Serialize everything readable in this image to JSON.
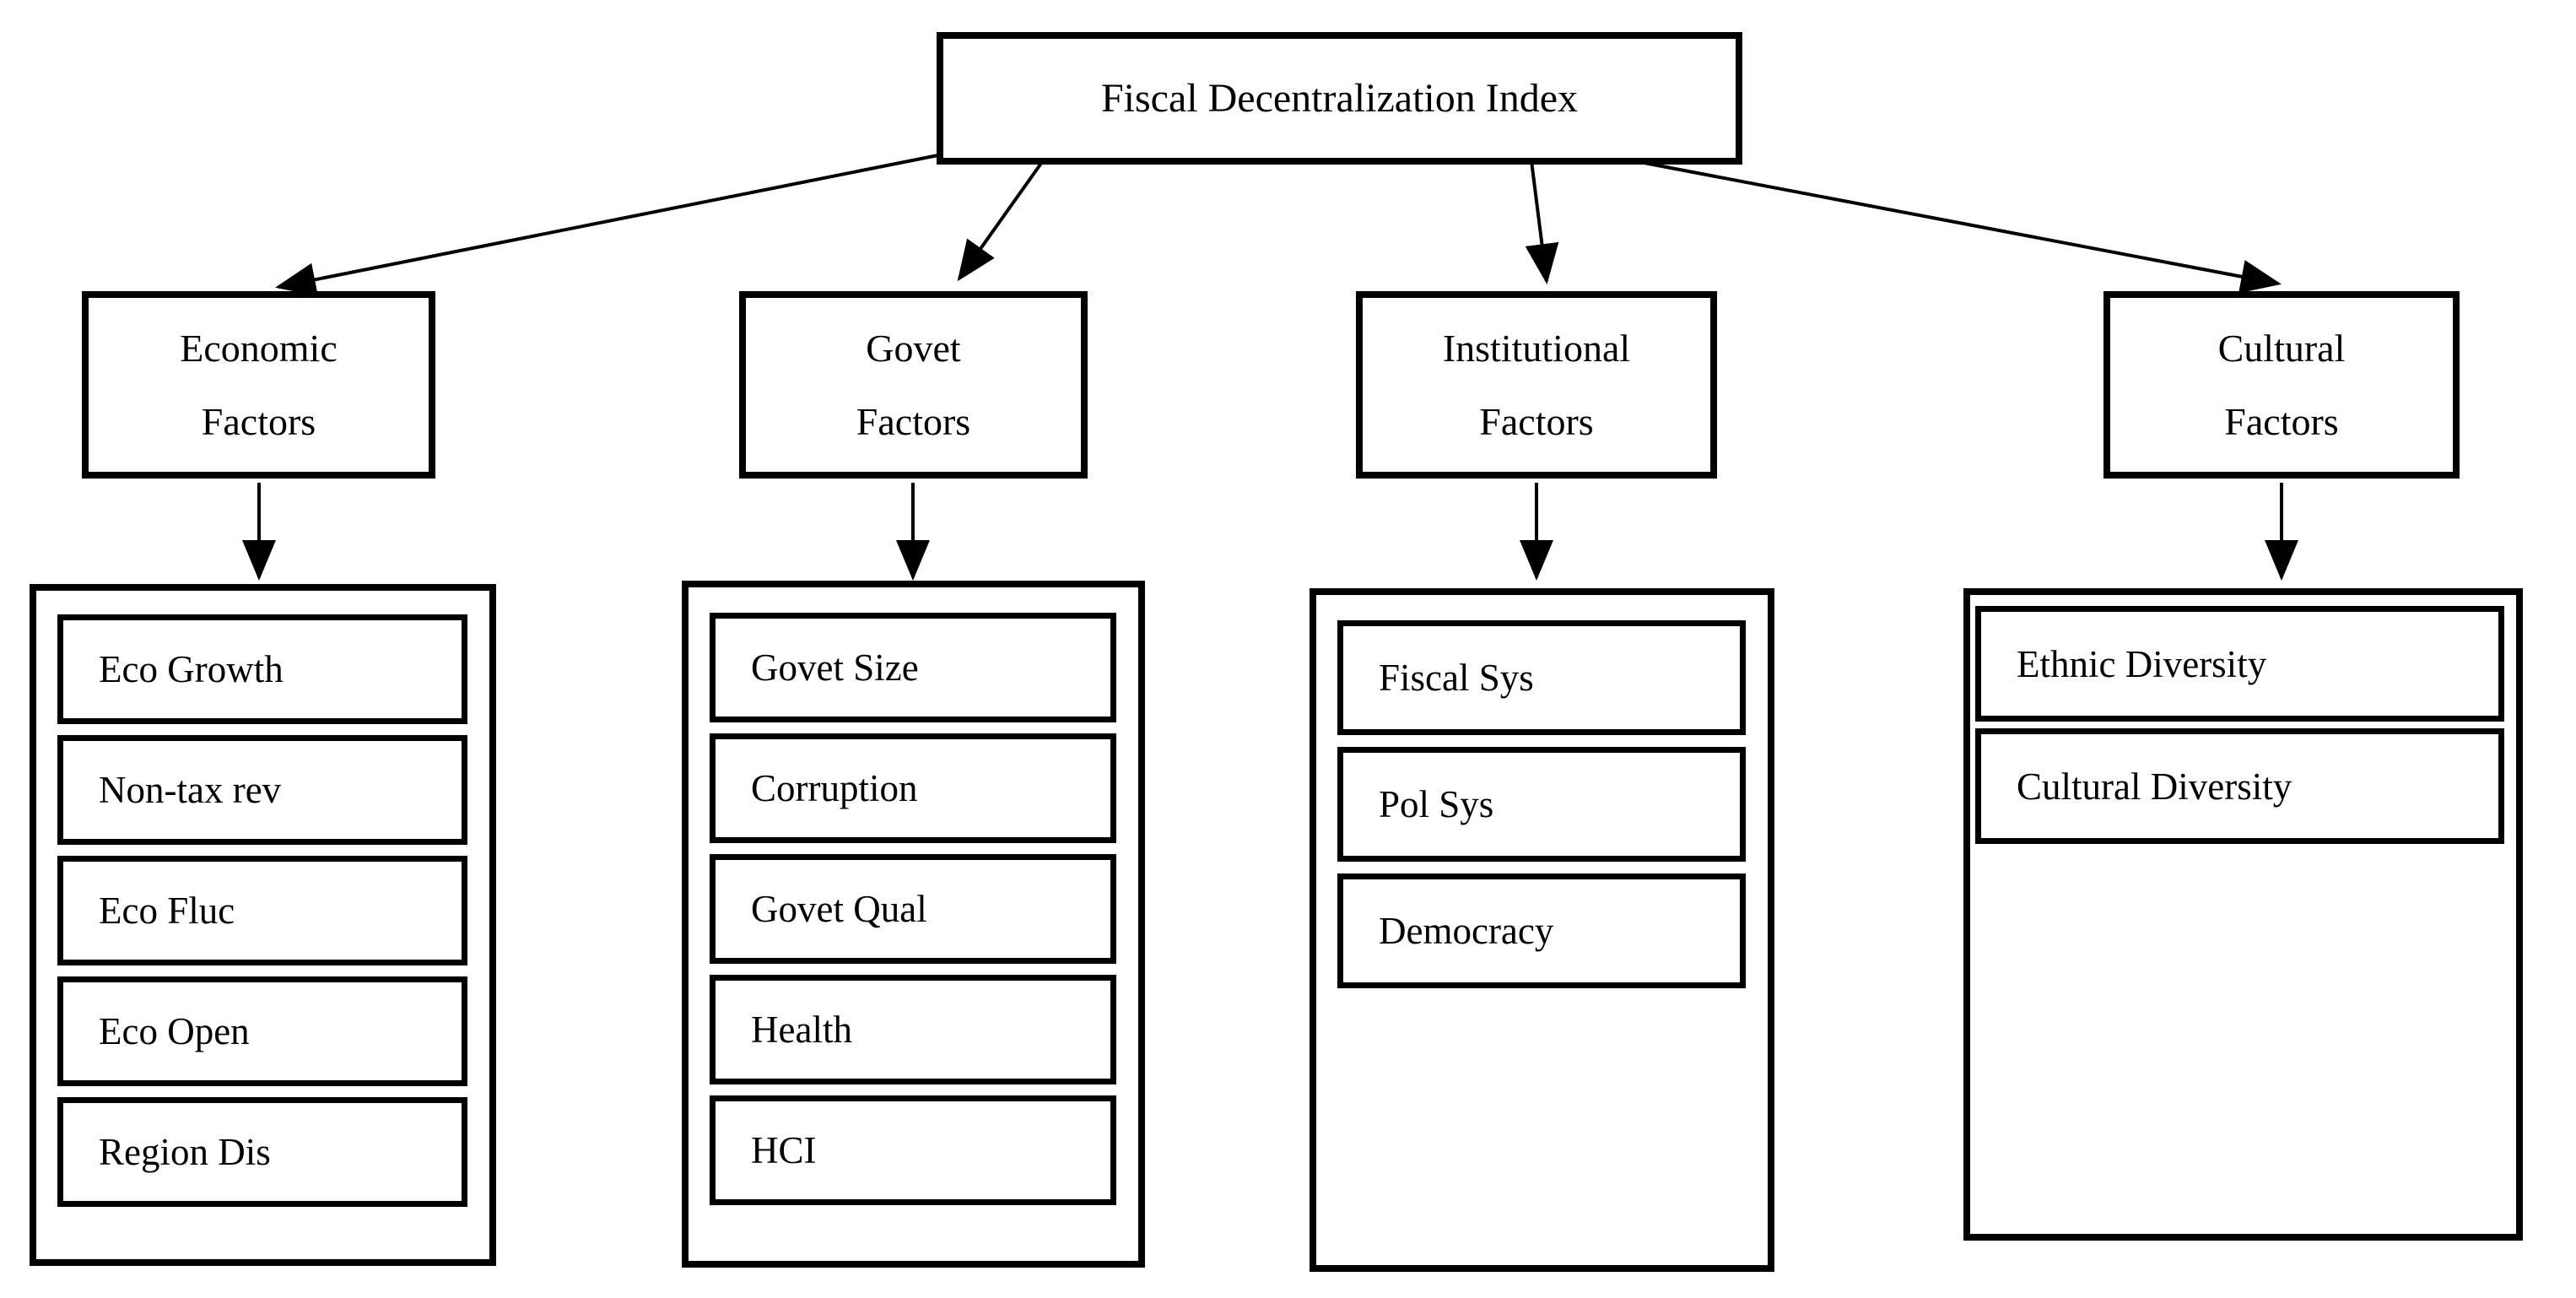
{
  "diagram": {
    "title": "Fiscal Decentralization Index",
    "colors": {
      "line": "#000000",
      "background": "#ffffff",
      "text": "#000000"
    },
    "branches": [
      {
        "id": "economic",
        "label_line1": "Economic",
        "label_line2": "Factors",
        "items": [
          "Eco Growth",
          "Non-tax rev",
          "Eco Fluc",
          "Eco Open",
          "Region Dis"
        ]
      },
      {
        "id": "govet",
        "label_line1": "Govet",
        "label_line2": "Factors",
        "items": [
          "Govet Size",
          "Corruption",
          "Govet Qual",
          "Health",
          "HCI"
        ]
      },
      {
        "id": "institutional",
        "label_line1": "Institutional",
        "label_line2": "Factors",
        "items": [
          "Fiscal Sys",
          "Pol Sys",
          "Democracy"
        ]
      },
      {
        "id": "cultural",
        "label_line1": "Cultural",
        "label_line2": "Factors",
        "items": [
          "Ethnic Diversity",
          "Cultural Diversity"
        ]
      }
    ]
  }
}
